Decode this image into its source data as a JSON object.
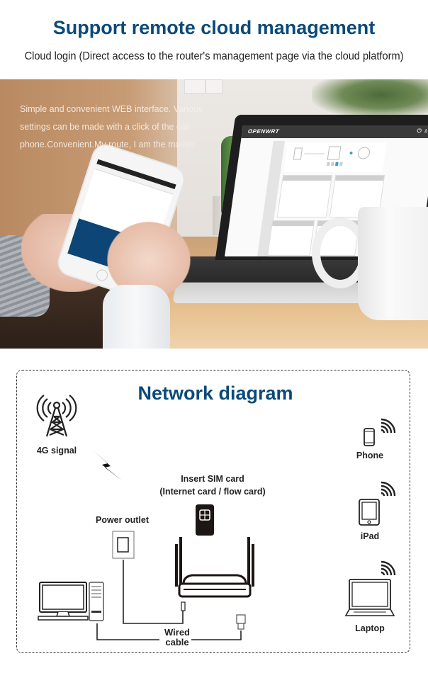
{
  "header": {
    "title": "Support remote cloud management",
    "subtitle": "Cloud login (Direct access to the router's management page via the cloud platform)"
  },
  "photo": {
    "caption": "Simple and convenient WEB interface. Various settings can be made with a click of the cell phone.Convenient.My route, I am the master",
    "laptop_brand": "OPENWRT",
    "phone_screen_color": "#0d4576"
  },
  "diagram": {
    "title": "Network diagram",
    "labels": {
      "signal": "4G signal",
      "sim_line1": "Insert SIM card",
      "sim_line2": "(Internet card / flow card)",
      "power": "Power outlet",
      "wired_line1": "Wired",
      "wired_line2": "cable",
      "phone": "Phone",
      "ipad": "iPad",
      "laptop": "Laptop"
    }
  },
  "colors": {
    "title_blue": "#0b4a7a",
    "text_dark": "#222222"
  }
}
